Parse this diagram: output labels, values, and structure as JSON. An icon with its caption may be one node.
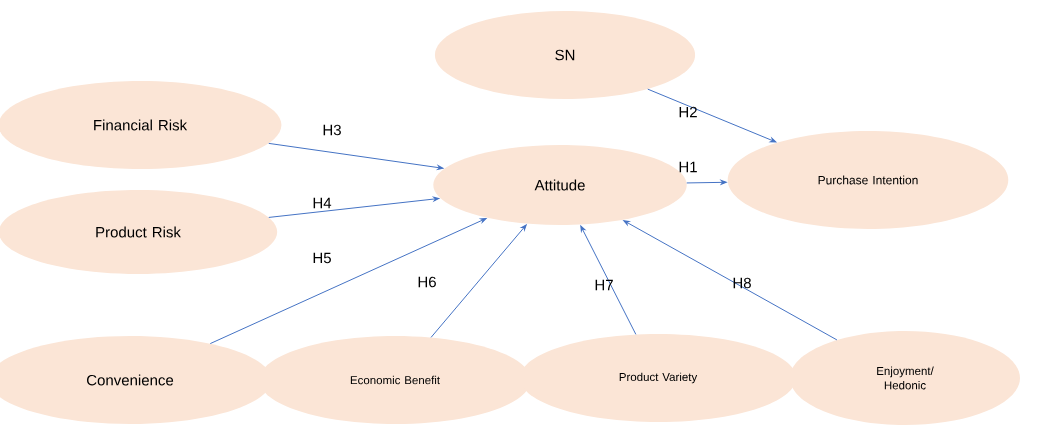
{
  "diagram": {
    "nodes": [
      {
        "text": [
          "SN"
        ]
      },
      {
        "text": [
          "Financial Risk"
        ]
      },
      {
        "text": [
          "Attitude"
        ]
      },
      {
        "text": [
          "Purchase Intention"
        ]
      },
      {
        "text": [
          "Product Risk"
        ]
      },
      {
        "text": [
          "Convenience"
        ]
      },
      {
        "text": [
          "Economic Benefit"
        ]
      },
      {
        "text": [
          "Product Variety"
        ]
      },
      {
        "text": [
          "Enjoyment/ Hedonic"
        ]
      }
    ],
    "edges": [
      {
        "from": 0,
        "to": 3,
        "arrow": "to",
        "label": "H2"
      },
      {
        "from": 2,
        "to": 3,
        "arrow": "to",
        "label": "H1"
      },
      {
        "from": 1,
        "to": 2,
        "arrow": "to",
        "label": "H3"
      },
      {
        "from": 4,
        "to": 2,
        "arrow": "to",
        "label": "H4"
      },
      {
        "from": 5,
        "to": 2,
        "arrow": "to",
        "label": "H5"
      },
      {
        "from": 6,
        "to": 2,
        "arrow": "to",
        "label": "H6"
      },
      {
        "from": 7,
        "to": 2,
        "arrow": "to",
        "label": "H7"
      },
      {
        "from": 8,
        "to": 2,
        "arrow": "to",
        "label": "H8"
      }
    ]
  }
}
